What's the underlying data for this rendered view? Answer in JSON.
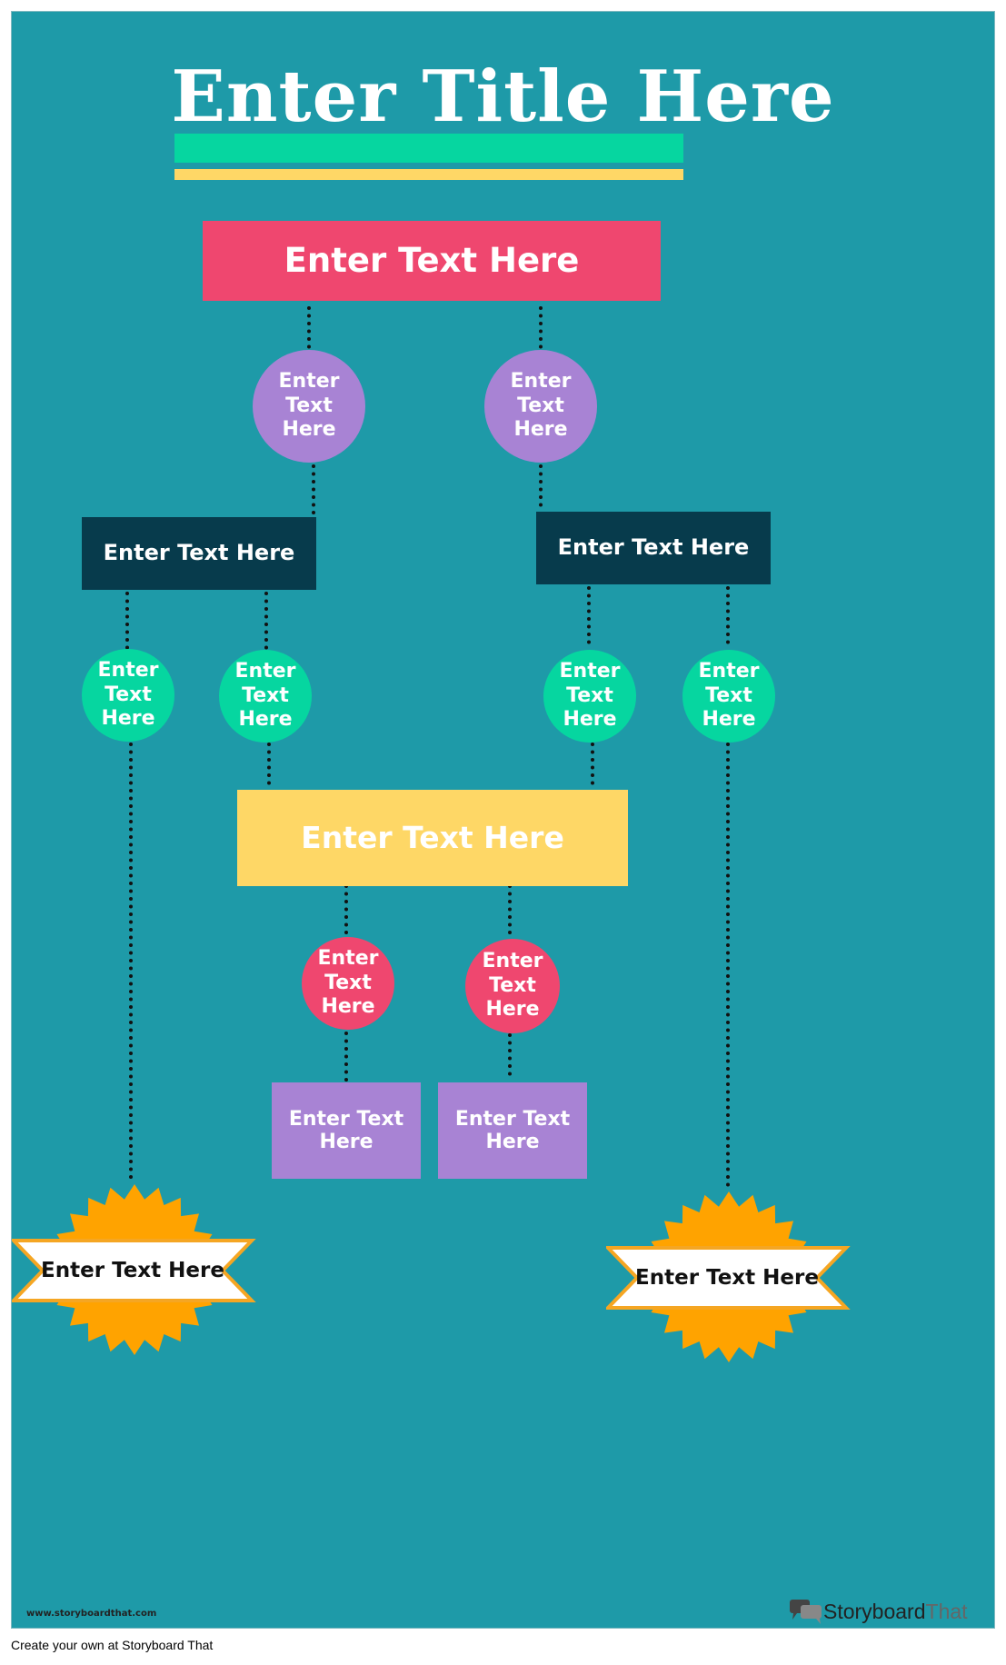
{
  "title": "Enter Title Here",
  "colors": {
    "background": "#1e9aa8",
    "green": "#06d6a0",
    "yellow": "#fed766",
    "pink": "#ef476f",
    "navy": "#073b4c",
    "purple": "#a883d4",
    "orange": "#ffa300"
  },
  "top_box": "Enter Text Here",
  "level1_circles": [
    "Enter\nText\nHere",
    "Enter\nText\nHere"
  ],
  "level2_boxes": [
    "Enter Text Here",
    "Enter Text Here"
  ],
  "level3_circles": [
    "Enter\nText\nHere",
    "Enter\nText\nHere",
    "Enter\nText\nHere",
    "Enter\nText\nHere"
  ],
  "middle_box": "Enter Text Here",
  "level4_circles": [
    "Enter\nText\nHere",
    "Enter\nText\nHere"
  ],
  "bottom_boxes": [
    "Enter Text\nHere",
    "Enter Text\nHere"
  ],
  "badges": [
    "Enter Text Here",
    "Enter Text Here"
  ],
  "watermark_url": "www.storyboardthat.com",
  "logo": {
    "brand_dark": "Storyboard",
    "brand_light": "That",
    "icon": "speech-bubbles-icon"
  },
  "footer": "Create your own at Storyboard That"
}
